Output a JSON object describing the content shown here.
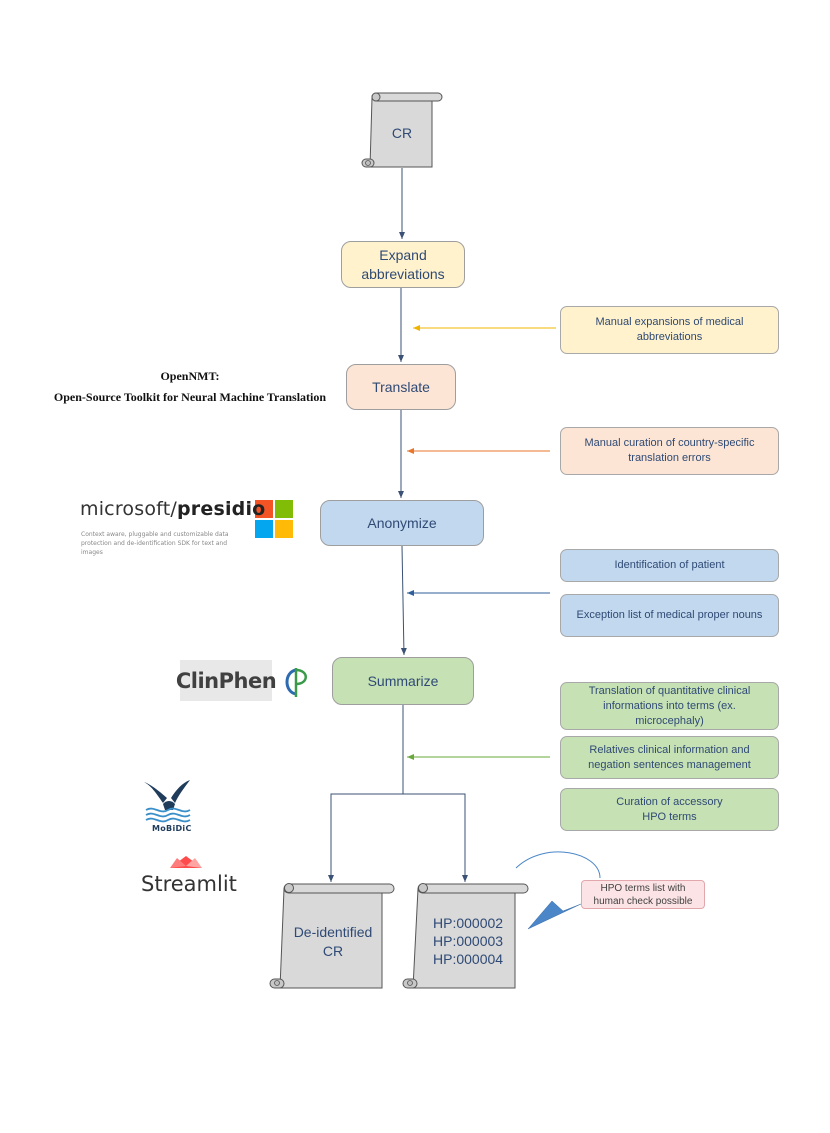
{
  "flow": {
    "input_doc": "CR",
    "steps": {
      "expand": "Expand\nabbreviations",
      "translate": "Translate",
      "anonymize": "Anonymize",
      "summarize": "Summarize"
    },
    "outputs": {
      "deidentified": "De-identified\nCR",
      "hpo_terms": "HP:000002\nHP:000003\nHP:000004"
    },
    "hpo_callout": "HPO terms list with\nhuman check possible"
  },
  "notes": {
    "expand": "Manual expansions of medical\nabbreviations",
    "translate": "Manual curation of country-specific\ntranslation errors",
    "identification": "Identification of patient",
    "exception": "Exception list of medical proper nouns",
    "quantitative": "Translation of quantitative clinical\ninformations into terms (ex.\nmicrocephaly)",
    "relatives": "Relatives clinical information and\nnegation sentences management",
    "curation": "Curation of accessory\nHPO terms"
  },
  "tools": {
    "opennmt_line1": "OpenNMT:",
    "opennmt_line2": "Open-Source Toolkit for Neural Machine Translation",
    "presidio_prefix": "microsoft/",
    "presidio_bold": "presidio",
    "presidio_desc": "Context aware, pluggable and customizable data protection and de-identification SDK for text and images",
    "clinphen": "ClinPhen",
    "mobidic": "MoBiDiC",
    "streamlit": "Streamlit"
  },
  "colors": {
    "line": "#3b5175",
    "arrow_expand": "#f0b400",
    "arrow_translate": "#e8762c",
    "arrow_anonymize": "#2f5f9a",
    "arrow_summarize": "#6aa83b",
    "callout_pointer": "#4a86c8",
    "scroll_fill": "#d9d9d9",
    "ms_red": "#f35325",
    "ms_green": "#81bc06",
    "ms_blue": "#05a6f0",
    "ms_yellow": "#ffba08"
  }
}
